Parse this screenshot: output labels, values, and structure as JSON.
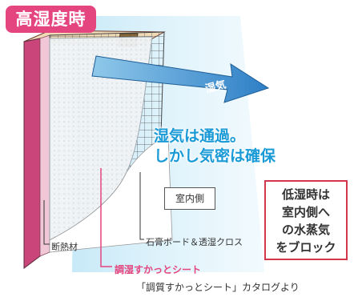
{
  "title": "高湿度時",
  "arrow_label": "湿気",
  "message_lines": [
    "湿気は通過。",
    "しかし気密は確保"
  ],
  "indoor_label": "室内側",
  "callout_lines": [
    "低湿時は",
    "室内側へ",
    "の水蒸気",
    "をブロック"
  ],
  "labels": {
    "insulation": "断熱材",
    "board": "石膏ボード＆透湿クロス",
    "sheet": "調湿すかっとシート"
  },
  "caption": "「調質すかっとシート」カタログより",
  "colors": {
    "accent_pink": "#e4457f",
    "message_blue": "#1a9ad6",
    "callout_border": "#d3364a"
  }
}
